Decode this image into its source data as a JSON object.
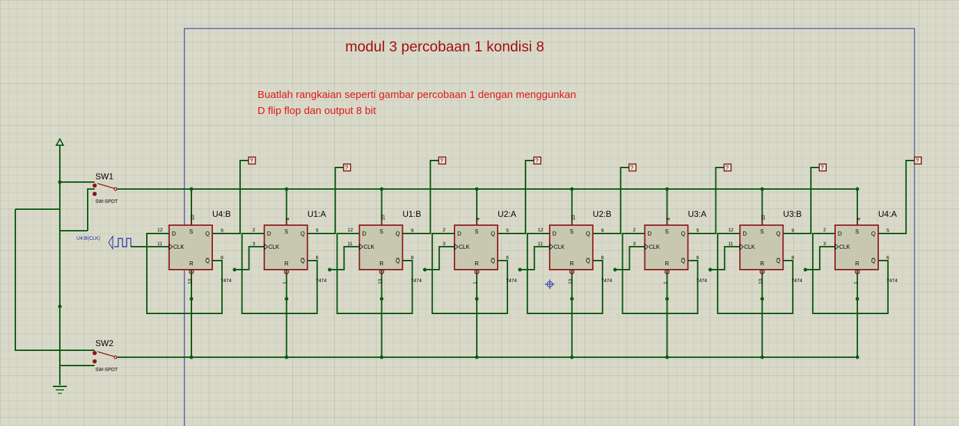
{
  "title": "modul 3 percobaan 1 kondisi 8",
  "note": [
    "Buatlah rangkaian seperti gambar percobaan 1 dengan menggunkan",
    "D flip flop dan output 8 bit"
  ],
  "switches": [
    {
      "name": "SW1",
      "type": "SW-SPDT"
    },
    {
      "name": "SW2",
      "type": "SW-SPDT"
    }
  ],
  "clock_label": "U4:B(CLK)",
  "flipflops": [
    {
      "name": "U4:B",
      "part": "7474",
      "pins": {
        "d": "12",
        "clk": "11",
        "s": "10",
        "r": "13",
        "q": "9",
        "qn": "8"
      }
    },
    {
      "name": "U1:A",
      "part": "7474",
      "pins": {
        "d": "2",
        "clk": "3",
        "s": "4",
        "r": "1",
        "q": "5",
        "qn": "6"
      }
    },
    {
      "name": "U1:B",
      "part": "7474",
      "pins": {
        "d": "12",
        "clk": "11",
        "s": "10",
        "r": "13",
        "q": "9",
        "qn": "8"
      }
    },
    {
      "name": "U2:A",
      "part": "7474",
      "pins": {
        "d": "2",
        "clk": "3",
        "s": "4",
        "r": "1",
        "q": "5",
        "qn": "6"
      }
    },
    {
      "name": "U2:B",
      "part": "7474",
      "pins": {
        "d": "12",
        "clk": "11",
        "s": "10",
        "r": "13",
        "q": "9",
        "qn": "8"
      }
    },
    {
      "name": "U3:A",
      "part": "7474",
      "pins": {
        "d": "2",
        "clk": "3",
        "s": "4",
        "r": "1",
        "q": "5",
        "qn": "6"
      }
    },
    {
      "name": "U3:B",
      "part": "7474",
      "pins": {
        "d": "12",
        "clk": "11",
        "s": "10",
        "r": "13",
        "q": "9",
        "qn": "8"
      }
    },
    {
      "name": "U4:A",
      "part": "7474",
      "pins": {
        "d": "2",
        "clk": "3",
        "s": "4",
        "r": "1",
        "q": "5",
        "qn": "6"
      }
    }
  ],
  "pin_names": {
    "d": "D",
    "clk": "CLK",
    "s": "S",
    "r": "R",
    "q": "Q",
    "qn": "Q̅"
  },
  "probe_symbol": "?",
  "colors": {
    "background": "#d9d9c9",
    "grid_minor": "#c8c8b6",
    "grid_major": "#b3b3a0",
    "sheet_border": "#1e2aa0",
    "wire": "#0b5a10",
    "component": "#8b1515",
    "component_fill": "#c8c8b0",
    "title": "#a01010",
    "note": "#e01818",
    "clock_label": "#1a2aa8"
  }
}
